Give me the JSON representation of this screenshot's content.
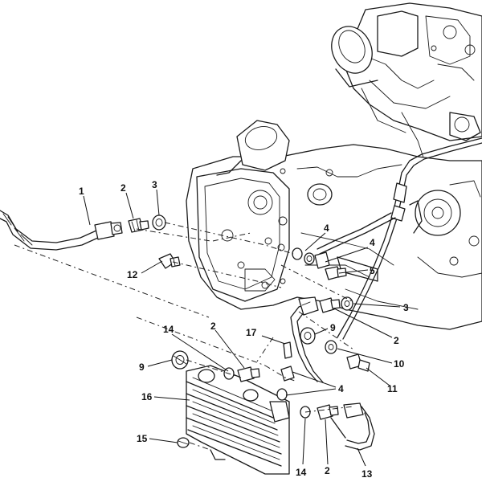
{
  "callouts": [
    {
      "part": "1",
      "label": "1"
    },
    {
      "part": "2",
      "label": "2"
    },
    {
      "part": "3",
      "label": "3"
    },
    {
      "part": "4",
      "label": "4"
    },
    {
      "part": "4",
      "label": "4"
    },
    {
      "part": "5",
      "label": "5"
    },
    {
      "part": "12",
      "label": "12"
    },
    {
      "part": "3",
      "label": "3"
    },
    {
      "part": "2",
      "label": "2"
    },
    {
      "part": "9",
      "label": "9"
    },
    {
      "part": "10",
      "label": "10"
    },
    {
      "part": "11",
      "label": "11"
    },
    {
      "part": "17",
      "label": "17"
    },
    {
      "part": "14",
      "label": "14"
    },
    {
      "part": "2",
      "label": "2"
    },
    {
      "part": "9",
      "label": "9"
    },
    {
      "part": "16",
      "label": "16"
    },
    {
      "part": "4",
      "label": "4"
    },
    {
      "part": "15",
      "label": "15"
    },
    {
      "part": "14",
      "label": "14"
    },
    {
      "part": "2",
      "label": "2"
    },
    {
      "part": "13",
      "label": "13"
    }
  ]
}
